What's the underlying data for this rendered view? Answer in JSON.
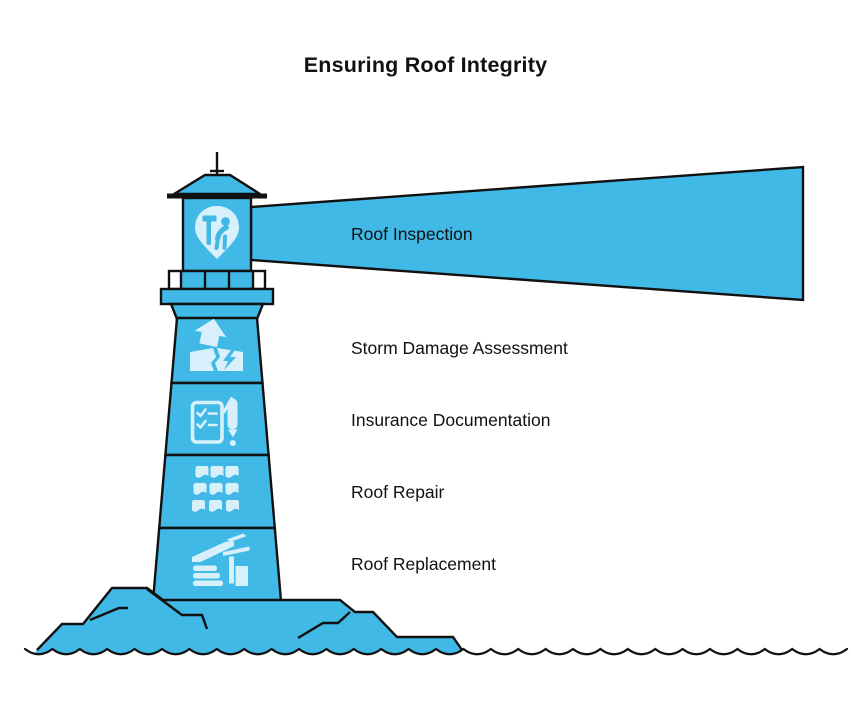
{
  "title": "Ensuring Roof Integrity",
  "beam": {
    "label": "Roof Inspection"
  },
  "sections": [
    {
      "label": "Storm Damage Assessment"
    },
    {
      "label": "Insurance Documentation"
    },
    {
      "label": "Roof Repair"
    },
    {
      "label": "Roof Replacement"
    }
  ],
  "icons": {
    "lantern": "roofer-pin-icon",
    "sections": [
      "storm-damage-icon",
      "insurance-checklist-icon",
      "roof-tiles-icon",
      "roof-replacement-icon"
    ]
  },
  "colors": {
    "primary": "#41B9E6",
    "icon_light": "#D8F0FB",
    "outline": "#111111",
    "text": "#111111",
    "background": "#FFFFFF"
  }
}
